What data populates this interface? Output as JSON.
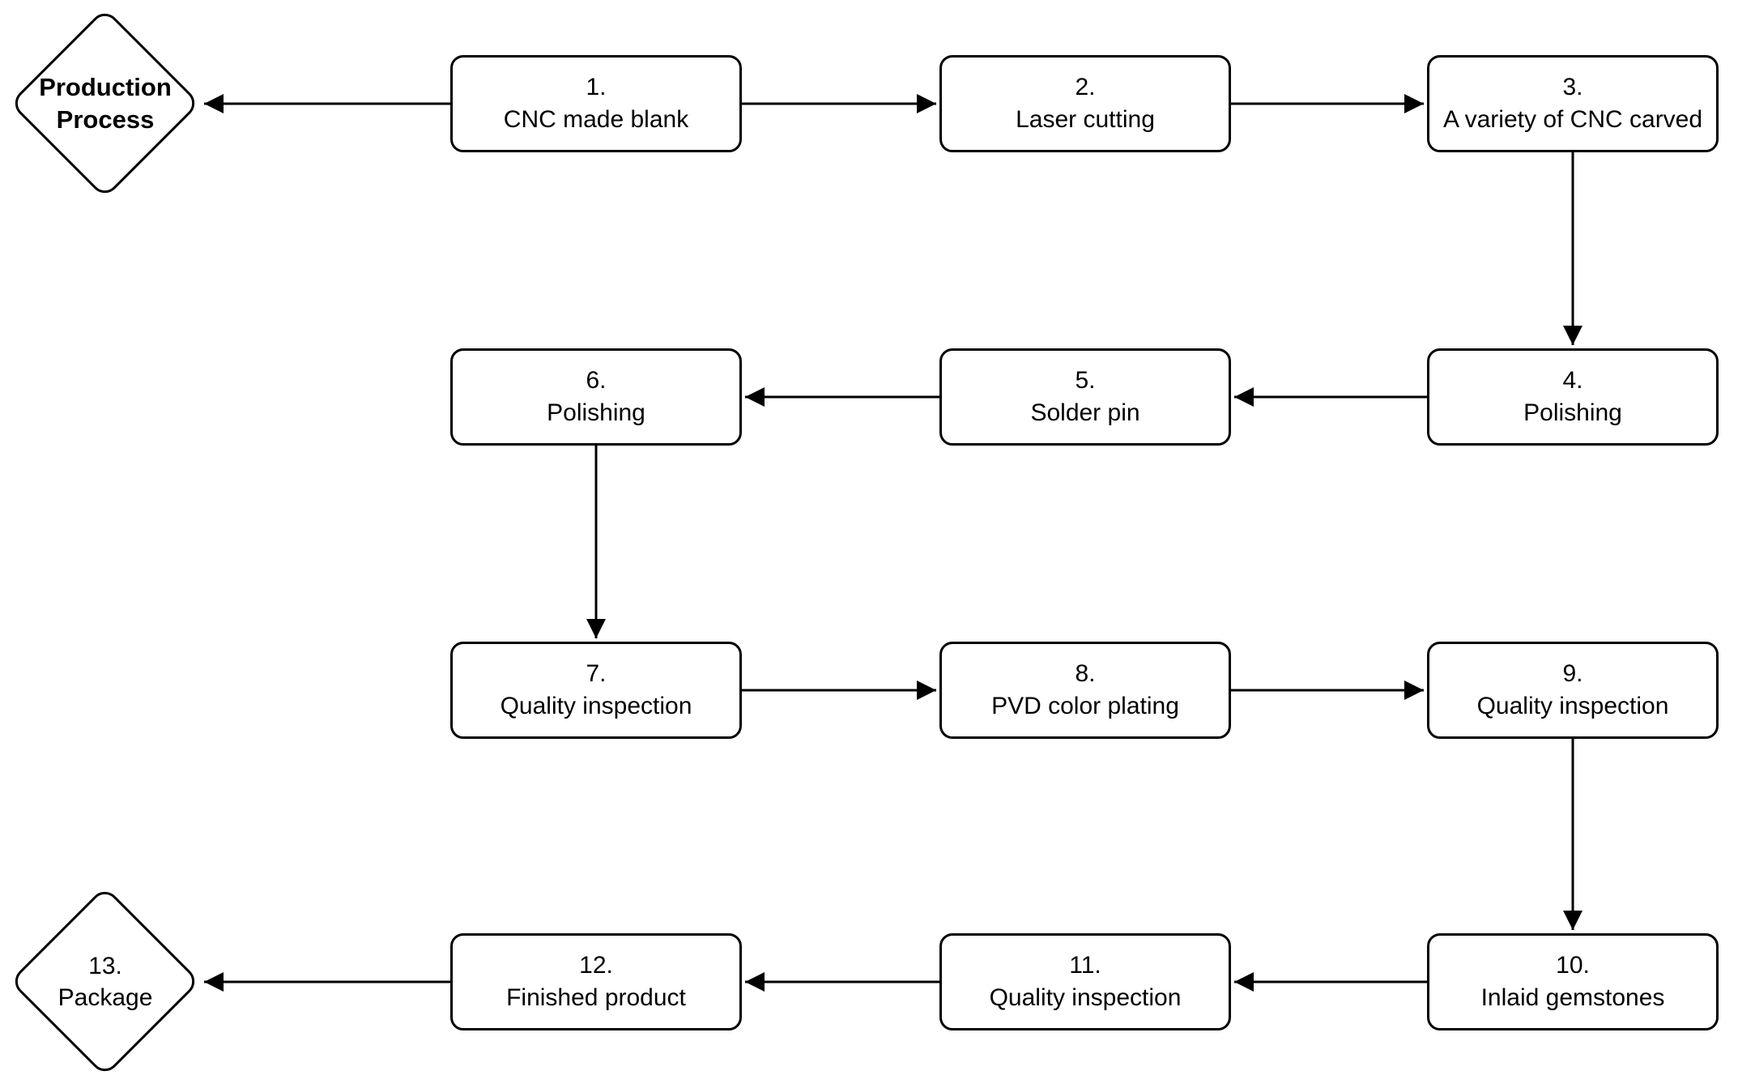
{
  "diagram": {
    "title_node": {
      "label": "Production Process"
    },
    "package_node": {
      "number": "13.",
      "label": "Package"
    },
    "steps": [
      {
        "number": "1.",
        "label": "CNC made blank"
      },
      {
        "number": "2.",
        "label": "Laser cutting"
      },
      {
        "number": "3.",
        "label": "A variety of CNC carved"
      },
      {
        "number": "4.",
        "label": "Polishing"
      },
      {
        "number": "5.",
        "label": "Solder pin"
      },
      {
        "number": "6.",
        "label": "Polishing"
      },
      {
        "number": "7.",
        "label": "Quality inspection"
      },
      {
        "number": "8.",
        "label": "PVD color plating"
      },
      {
        "number": "9.",
        "label": "Quality inspection"
      },
      {
        "number": "10.",
        "label": "Inlaid gemstones"
      },
      {
        "number": "11.",
        "label": "Quality inspection"
      },
      {
        "number": "12.",
        "label": "Finished product"
      }
    ],
    "colors": {
      "stroke": "#000000",
      "background": "#ffffff",
      "text": "#000000"
    }
  }
}
